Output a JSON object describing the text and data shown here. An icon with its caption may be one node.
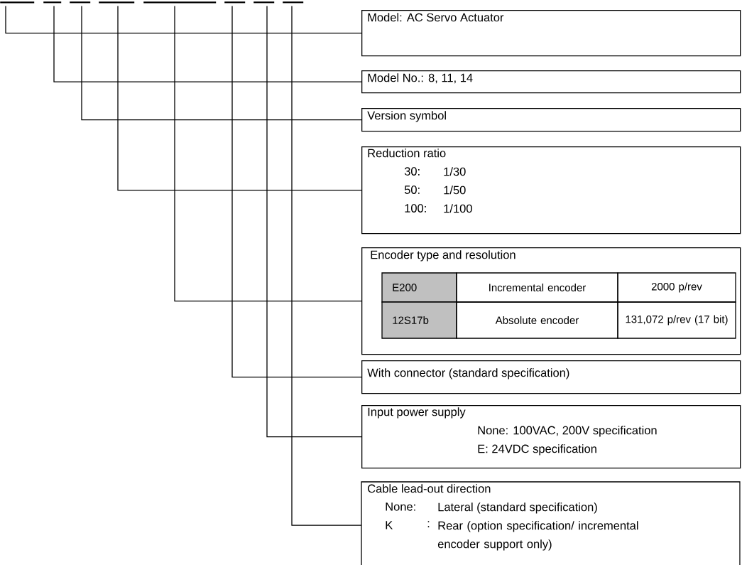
{
  "diagram": {
    "nodes": [
      {
        "text": [],
        "shape": "bar"
      },
      {
        "text": [],
        "shape": "bar"
      },
      {
        "text": [],
        "shape": "bar"
      },
      {
        "text": [],
        "shape": "bar"
      },
      {
        "text": [],
        "shape": "bar"
      },
      {
        "text": [],
        "shape": "bar"
      },
      {
        "text": [],
        "shape": "bar"
      },
      {
        "text": [],
        "shape": "bar"
      },
      {
        "text": [
          "Model: AC Servo Actuator"
        ]
      },
      {
        "text": [
          "Model No.: 8, 11, 14"
        ]
      },
      {
        "text": [
          "Version symbol"
        ]
      },
      {
        "text": [
          "Reduction ratio",
          "30:",
          "1/30",
          "50:",
          "1/50",
          "100:",
          "1/100"
        ]
      },
      {
        "text": [
          "Encoder type and resolution"
        ]
      },
      {
        "text": [
          "With connector (standard specification)"
        ]
      },
      {
        "text": [
          "Input power supply",
          "None: 100VAC, 200V specification",
          "E: 24VDC specification"
        ]
      },
      {
        "text": [
          "Cable lead-out direction",
          "None:",
          "Lateral (standard specification)",
          "K",
          ":",
          "Rear (option specification/ incremental encoder support only)"
        ]
      }
    ],
    "edges": [
      {
        "from": 0,
        "to": 8,
        "arrow": "none"
      },
      {
        "from": 1,
        "to": 9,
        "arrow": "none"
      },
      {
        "from": 2,
        "to": 10,
        "arrow": "none"
      },
      {
        "from": 3,
        "to": 11,
        "arrow": "none"
      },
      {
        "from": 4,
        "to": 12,
        "arrow": "none"
      },
      {
        "from": 5,
        "to": 13,
        "arrow": "none"
      },
      {
        "from": 6,
        "to": 14,
        "arrow": "none"
      },
      {
        "from": 7,
        "to": 15,
        "arrow": "none"
      }
    ],
    "labels": [
      "E200",
      "Incremental encoder",
      "2000 p/rev",
      "12S17b",
      "Absolute encoder",
      "131,072 p/rev (17 bit)"
    ]
  }
}
